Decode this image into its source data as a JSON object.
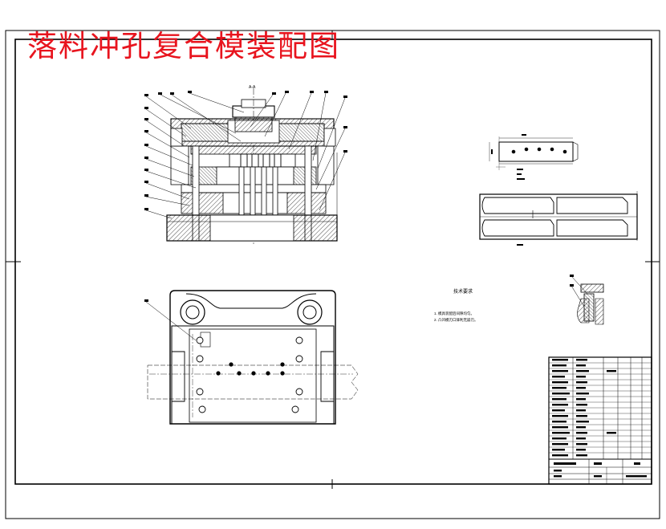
{
  "drawing": {
    "title": "落料冲孔复合模装配图",
    "title_color": "#e8141e",
    "line_color": "#000000",
    "section_label": "A-A",
    "notes": {
      "heading": "技术要求",
      "lines": [
        "1. 模具装配后间隙均匀。",
        "2. 凸凹模刃口锋利无崩刃。"
      ]
    }
  }
}
